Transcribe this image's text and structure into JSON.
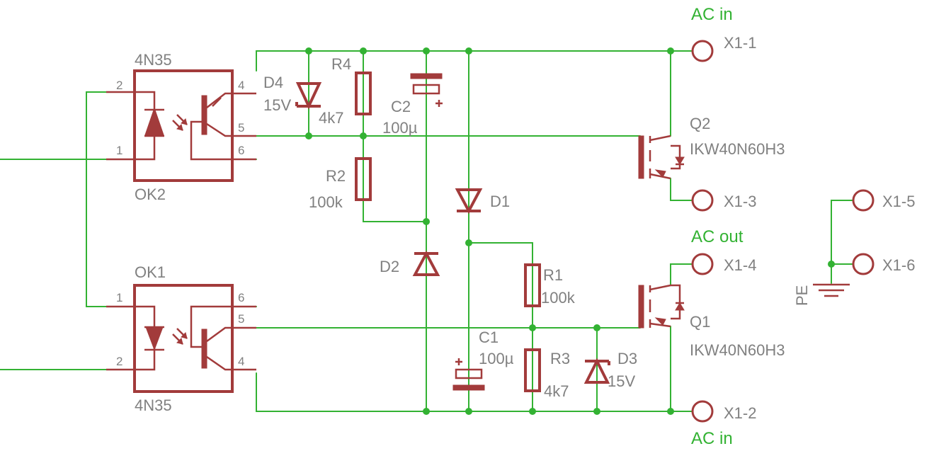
{
  "colors": {
    "wire": "#33b233",
    "part": "#a23b3b",
    "label": "#808080",
    "net_label": "#33b233",
    "background": "#ffffff"
  },
  "net_labels": {
    "ac_in_top": "AC in",
    "ac_out": "AC out",
    "ac_in_bottom": "AC in"
  },
  "connectors": {
    "x1_1": "X1-1",
    "x1_2": "X1-2",
    "x1_3": "X1-3",
    "x1_4": "X1-4",
    "x1_5": "X1-5",
    "x1_6": "X1-6"
  },
  "ground": {
    "label": "PE"
  },
  "components": {
    "ok2": {
      "value": "4N35",
      "name": "OK2",
      "pins": {
        "p2": "2",
        "p1": "1",
        "p4": "4",
        "p5": "5",
        "p6": "6"
      }
    },
    "ok1": {
      "value": "4N35",
      "name": "OK1",
      "pins": {
        "p1": "1",
        "p2": "2",
        "p6": "6",
        "p5": "5",
        "p4": "4"
      }
    },
    "d4": {
      "name": "D4",
      "value": "15V"
    },
    "r4": {
      "name": "R4",
      "value": "4k7"
    },
    "c2": {
      "name": "C2",
      "value": "100µ"
    },
    "r2": {
      "name": "R2",
      "value": "100k"
    },
    "d1": {
      "name": "D1"
    },
    "d2": {
      "name": "D2"
    },
    "r1": {
      "name": "R1",
      "value": "100k"
    },
    "c1": {
      "name": "C1",
      "value": "100µ"
    },
    "r3": {
      "name": "R3",
      "value": "4k7"
    },
    "d3": {
      "name": "D3",
      "value": "15V"
    },
    "q2": {
      "name": "Q2",
      "value": "IKW40N60H3"
    },
    "q1": {
      "name": "Q1",
      "value": "IKW40N60H3"
    }
  }
}
